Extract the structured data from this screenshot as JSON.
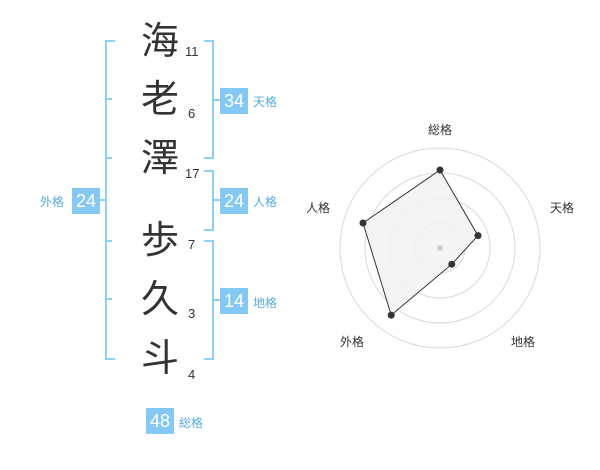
{
  "name": {
    "surname": [
      {
        "char": "海",
        "strokes": "11"
      },
      {
        "char": "老",
        "strokes": "6"
      },
      {
        "char": "澤",
        "strokes": "17"
      }
    ],
    "given": [
      {
        "char": "歩",
        "strokes": "7"
      },
      {
        "char": "久",
        "strokes": "3"
      },
      {
        "char": "斗",
        "strokes": "4"
      }
    ]
  },
  "kakusu": {
    "tenkaku": {
      "value": "34",
      "label": "天格"
    },
    "jinkaku": {
      "value": "24",
      "label": "人格"
    },
    "chikaku": {
      "value": "14",
      "label": "地格"
    },
    "gaikaku": {
      "value": "24",
      "label": "外格"
    },
    "soukaku": {
      "value": "48",
      "label": "総格"
    }
  },
  "colors": {
    "accent": "#86c8f4",
    "accent_text": "#5aa9de",
    "bracket": "#8fd0f7",
    "radar_fill": "#f2f2f2",
    "radar_line": "#333333",
    "grid": "#d9d9d9"
  },
  "chart_data": {
    "type": "radar",
    "axes": [
      "総格",
      "天格",
      "地格",
      "外格",
      "人格"
    ],
    "values": [
      0.78,
      0.4,
      0.2,
      0.83,
      0.81
    ],
    "range": [
      0,
      1
    ],
    "rings": 4,
    "grid": true
  }
}
